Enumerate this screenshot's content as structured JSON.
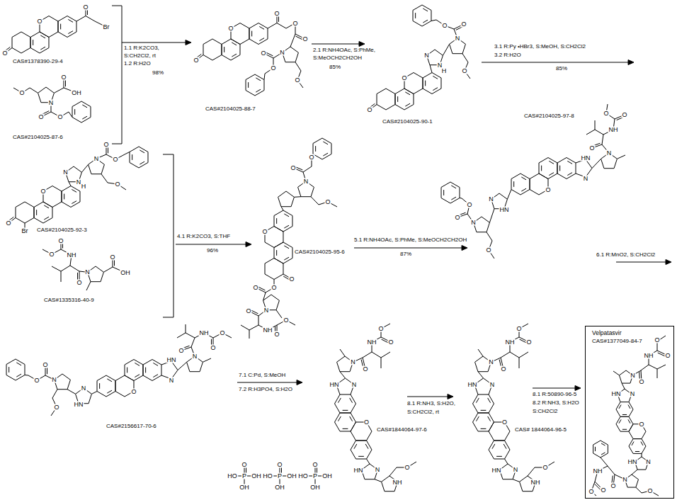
{
  "diagram": {
    "nodes": [
      {
        "text": [
          "Velpatasvir",
          "CAS#1377049-84-7",
          "O",
          "O",
          "NH",
          "N",
          "O",
          "HN",
          "N",
          "O",
          "HN",
          "N",
          "NH",
          "N",
          "O",
          "O",
          "O",
          "O"
        ]
      }
    ],
    "labels": [
      "O",
      "O",
      "O",
      "Br",
      "CAS#1378390-29-4",
      "O",
      "N",
      "O",
      "OH",
      "O",
      "O",
      "CAS#2104025-87-6",
      "1.1 R:K2CO3,",
      "S:CH2Cl2, rt",
      "1.2 R:H2O",
      "98%",
      "O",
      "O",
      "O",
      "O",
      "O",
      "N",
      "O",
      "O",
      "O",
      "CAS#2104025-88-7",
      "2.1 R:NH4OAc, S:PhMe,",
      "S:MeOCH2CH2OH",
      "85%",
      "O",
      "O",
      "N",
      "N",
      "H",
      "N",
      "O",
      "O",
      "O",
      "CAS#2104025-90-1",
      "3.1 R:Py •HBr3, S:MeOH, S:CH2Cl2",
      "3.2 R:H2O",
      "85%",
      "O",
      "Br",
      "O",
      "N",
      "N",
      "H",
      "N",
      "O",
      "O",
      "O",
      "CAS#2104025-92-3",
      "O",
      "O",
      "NH",
      "O",
      "N",
      "O",
      "OH",
      "CAS#1335316-40-9",
      "4.1 R:K2CO3, S:THF",
      "96%",
      "O",
      "O",
      "N",
      "O",
      "O",
      "O",
      "O",
      "O",
      "N",
      "O",
      "NH",
      "O",
      "O",
      "CAS#2104025-95-6",
      "5.1 R:NH4OAc, S:PhMe, S:MeOCH2CH2OH",
      "87%",
      "O",
      "O",
      "NH",
      "O",
      "N",
      "HN",
      "N",
      "O",
      "O",
      "O",
      "N",
      "HN",
      "N",
      "O",
      "CAS#2104025-97-8",
      "6.1 R:MnO2, S:CH2Cl2",
      "O",
      "O",
      "N",
      "O",
      "N",
      "HN",
      "O",
      "HN",
      "N",
      "N",
      "O",
      "NH",
      "O",
      "O",
      "CAS#2156617-70-6",
      "7.1 C:Pd, S:MeOH",
      "7.2 R:H3PO4, S:H2O",
      "O",
      "NH",
      "O",
      "N",
      "O",
      "HN",
      "N",
      "O",
      "N",
      "HN",
      "NH",
      "O",
      "O",
      "HO",
      "P",
      "OH",
      "OH",
      "O",
      "HO",
      "P",
      "OH",
      "OH",
      "O",
      "HO",
      "P",
      "OH",
      "OH",
      "CAS#1844064-97-6",
      "8.1 R:NH3, S:H2O,",
      "S:CH2Cl2, rt",
      "O",
      "NH",
      "O",
      "N",
      "O",
      "HN",
      "N",
      "O",
      "N",
      "HN",
      "NH",
      "O",
      "CAS# 1844064-96-5",
      "8.1 R:50890-96-5",
      "8.2 R:NH3, S:H2O",
      "S:CH2Cl2"
    ]
  }
}
